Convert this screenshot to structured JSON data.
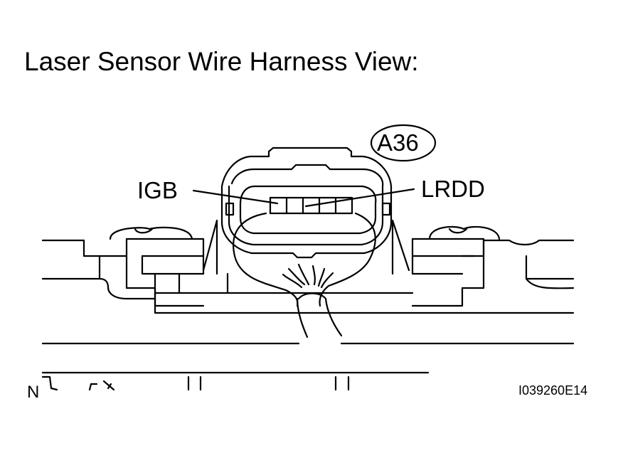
{
  "title": "Laser Sensor Wire Harness View:",
  "connector_id": "A36",
  "terminals": {
    "left": "IGB",
    "right": "LRDD"
  },
  "orientation_mark": "N",
  "figure_id": "I039260E14",
  "colors": {
    "line": "#000000",
    "background": "#ffffff"
  }
}
